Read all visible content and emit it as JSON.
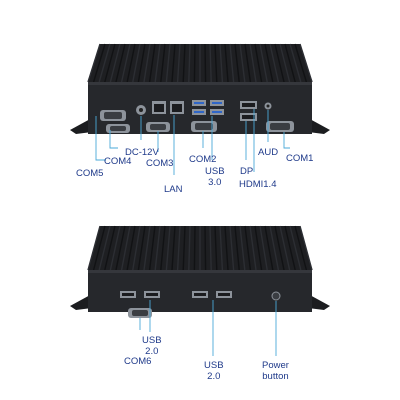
{
  "colors": {
    "label_text": "#1f3a8a",
    "leader_line": "#4aa8d8",
    "chassis": "#26282c",
    "fins": "#1a1b1e",
    "panel": "#18191c",
    "port_metal": "#9aa0a8",
    "usb_blue": "#2f66c8"
  },
  "top_view": {
    "labels": {
      "com5": "COM5",
      "com4": "COM4",
      "dc12v": "DC-12V",
      "com3": "COM3",
      "lan": "LAN",
      "com2": "COM2",
      "usb30": [
        "USB",
        "3.0"
      ],
      "dp": "DP",
      "hdmi": "HDMI1.4",
      "aud": "AUD",
      "com1": "COM1"
    }
  },
  "bottom_view": {
    "labels": {
      "usb20_left": [
        "USB",
        "2.0"
      ],
      "com6": "COM6",
      "usb20_right": [
        "USB",
        "2.0"
      ],
      "power": [
        "Power",
        "button"
      ]
    }
  }
}
